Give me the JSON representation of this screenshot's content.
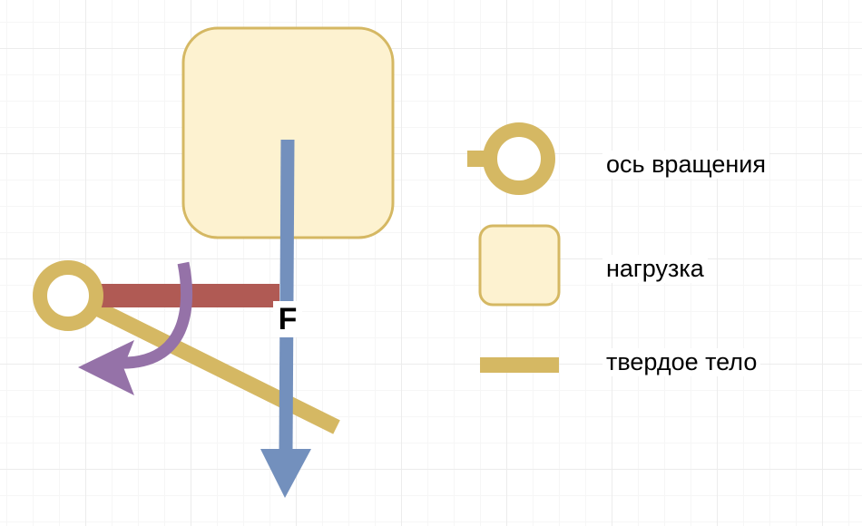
{
  "diagram": {
    "force_label": "F",
    "legend": {
      "axis_label": "ось вращения",
      "load_label": "нагрузка",
      "rigid_body_label": "твердое тело"
    }
  },
  "colors": {
    "axis_stroke": "#d5b863",
    "load_fill": "#fdf2d0",
    "load_stroke": "#d5b863",
    "rigid_body": "#d5b863",
    "lever_arm": "#b05a54",
    "force_arrow": "#7390bd",
    "rotation_arrow": "#9572a8"
  },
  "icons": [
    "rotation-axis-icon",
    "load-block-icon",
    "rigid-body-bar-icon",
    "force-arrow-icon",
    "rotation-arrow-icon"
  ]
}
